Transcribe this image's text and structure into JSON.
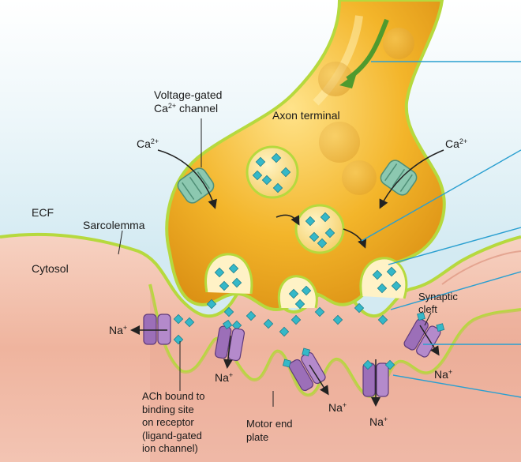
{
  "labels": {
    "voltage_gated_l1": "Voltage-gated",
    "voltage_gated_l2_pre": "Ca",
    "voltage_gated_l2_sup": "2+",
    "voltage_gated_l2_post": " channel",
    "axon_terminal": "Axon terminal",
    "ca_left": "Ca",
    "ca_left_sup": "2+",
    "ca_right": "Ca",
    "ca_right_sup": "2+",
    "ecf": "ECF",
    "sarcolemma": "Sarcolemma",
    "cytosol": "Cytosol",
    "synaptic_cleft_l1": "Synaptic",
    "synaptic_cleft_l2": "cleft",
    "na_left": "Na",
    "na_left_sup": "+",
    "na_2": "Na",
    "na_2_sup": "+",
    "na_3": "Na",
    "na_3_sup": "+",
    "na_4": "Na",
    "na_4_sup": "+",
    "na_right": "Na",
    "na_right_sup": "+",
    "ach_lines": [
      "ACh bound to",
      "binding site",
      "on receptor",
      "(ligand-gated",
      "ion channel)"
    ],
    "motor_end_plate_lines": [
      "Motor end",
      "plate"
    ]
  },
  "colors": {
    "axon_fill": "#f0b020",
    "axon_highlight": "#ffe28a",
    "membrane": "#b6d93e",
    "muscle": "#f2bda8",
    "muscle_dark": "#d98a74",
    "ecf_bg": "#dff0f6",
    "vesicle": "#ffd978",
    "ach": "#35b8c8",
    "receptor": "#9c6fb8",
    "ca_channel": "#8cc8b0",
    "arrow_green": "#4f9a2e",
    "leader": "#2a9fd0"
  }
}
